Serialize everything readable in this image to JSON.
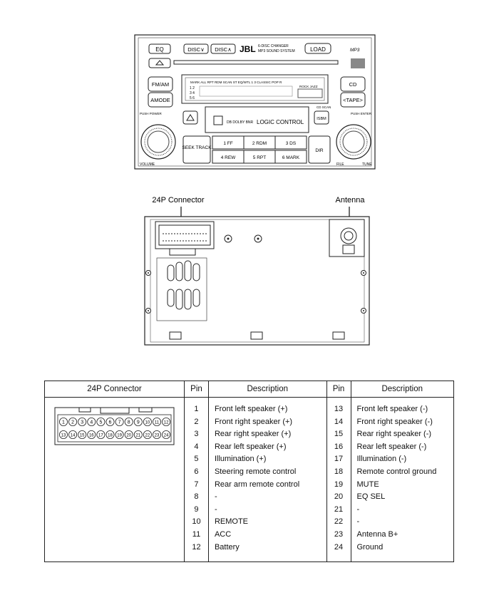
{
  "radio": {
    "eq": "EQ",
    "disc_down": "DISC∨",
    "disc_up": "DISC∧",
    "brand": "JBL",
    "brand_line1": "6-DISC CHANGER",
    "brand_line2": "MP3 SOUND SYSTEM",
    "load": "LOAD",
    "mp3_logo": "MP3",
    "fm_am": "FM/AM",
    "amode": "AMODE",
    "cd": "CD",
    "tape": "<TAPE>",
    "display_top": "MARK ALL RPT RDM SCAN ST EQ/WTL 1 3 CLASSIC POP R",
    "display_top2": "ROCK JAZZ",
    "display_rows": [
      "1 2",
      "3 4",
      "5 6"
    ],
    "logic_control": "LOGIC CONTROL",
    "dolby": "DB DOLBY BNR",
    "push_power": "PUSH POWER",
    "volume": "VOLUME",
    "push_enter": "PUSH ENTER",
    "file": "FILE",
    "tune": "TUNE",
    "cd_scan": "CD SCAN",
    "isbm": "ISBM",
    "seek_track": "SEEK TRACK",
    "presets_top": [
      "1  FF",
      "2 RDM",
      "3  DS"
    ],
    "presets_bottom": [
      "4 REW",
      "5 RPT",
      "6 MARK"
    ],
    "dir": "DIR"
  },
  "rear": {
    "label_connector": "24P Connector",
    "label_antenna": "Antenna"
  },
  "table": {
    "headers": [
      "24P Connector",
      "Pin",
      "Description",
      "Pin",
      "Description"
    ],
    "connector_top_pins": [
      "1",
      "2",
      "3",
      "4",
      "5",
      "6",
      "7",
      "8",
      "9",
      "10",
      "11",
      "12"
    ],
    "connector_bottom_pins": [
      "13",
      "14",
      "15",
      "16",
      "17",
      "18",
      "19",
      "20",
      "21",
      "22",
      "23",
      "24"
    ],
    "left": [
      {
        "pin": "1",
        "desc": "Front left speaker (+)"
      },
      {
        "pin": "2",
        "desc": "Front right speaker (+)"
      },
      {
        "pin": "3",
        "desc": "Rear right speaker (+)"
      },
      {
        "pin": "4",
        "desc": "Rear left speaker (+)"
      },
      {
        "pin": "5",
        "desc": "Illumination (+)"
      },
      {
        "pin": "6",
        "desc": "Steering remote control"
      },
      {
        "pin": "7",
        "desc": "Rear arm remote control"
      },
      {
        "pin": "8",
        "desc": "-"
      },
      {
        "pin": "9",
        "desc": "-"
      },
      {
        "pin": "10",
        "desc": "REMOTE"
      },
      {
        "pin": "11",
        "desc": "ACC"
      },
      {
        "pin": "12",
        "desc": "Battery"
      }
    ],
    "right": [
      {
        "pin": "13",
        "desc": "Front left speaker (-)"
      },
      {
        "pin": "14",
        "desc": "Front right speaker (-)"
      },
      {
        "pin": "15",
        "desc": "Rear right speaker (-)"
      },
      {
        "pin": "16",
        "desc": "Rear left speaker (-)"
      },
      {
        "pin": "17",
        "desc": "Illumination (-)"
      },
      {
        "pin": "18",
        "desc": "Remote control ground"
      },
      {
        "pin": "19",
        "desc": "MUTE"
      },
      {
        "pin": "20",
        "desc": "EQ SEL"
      },
      {
        "pin": "21",
        "desc": "-"
      },
      {
        "pin": "22",
        "desc": "-"
      },
      {
        "pin": "23",
        "desc": "Antenna B+"
      },
      {
        "pin": "24",
        "desc": "Ground"
      }
    ]
  }
}
